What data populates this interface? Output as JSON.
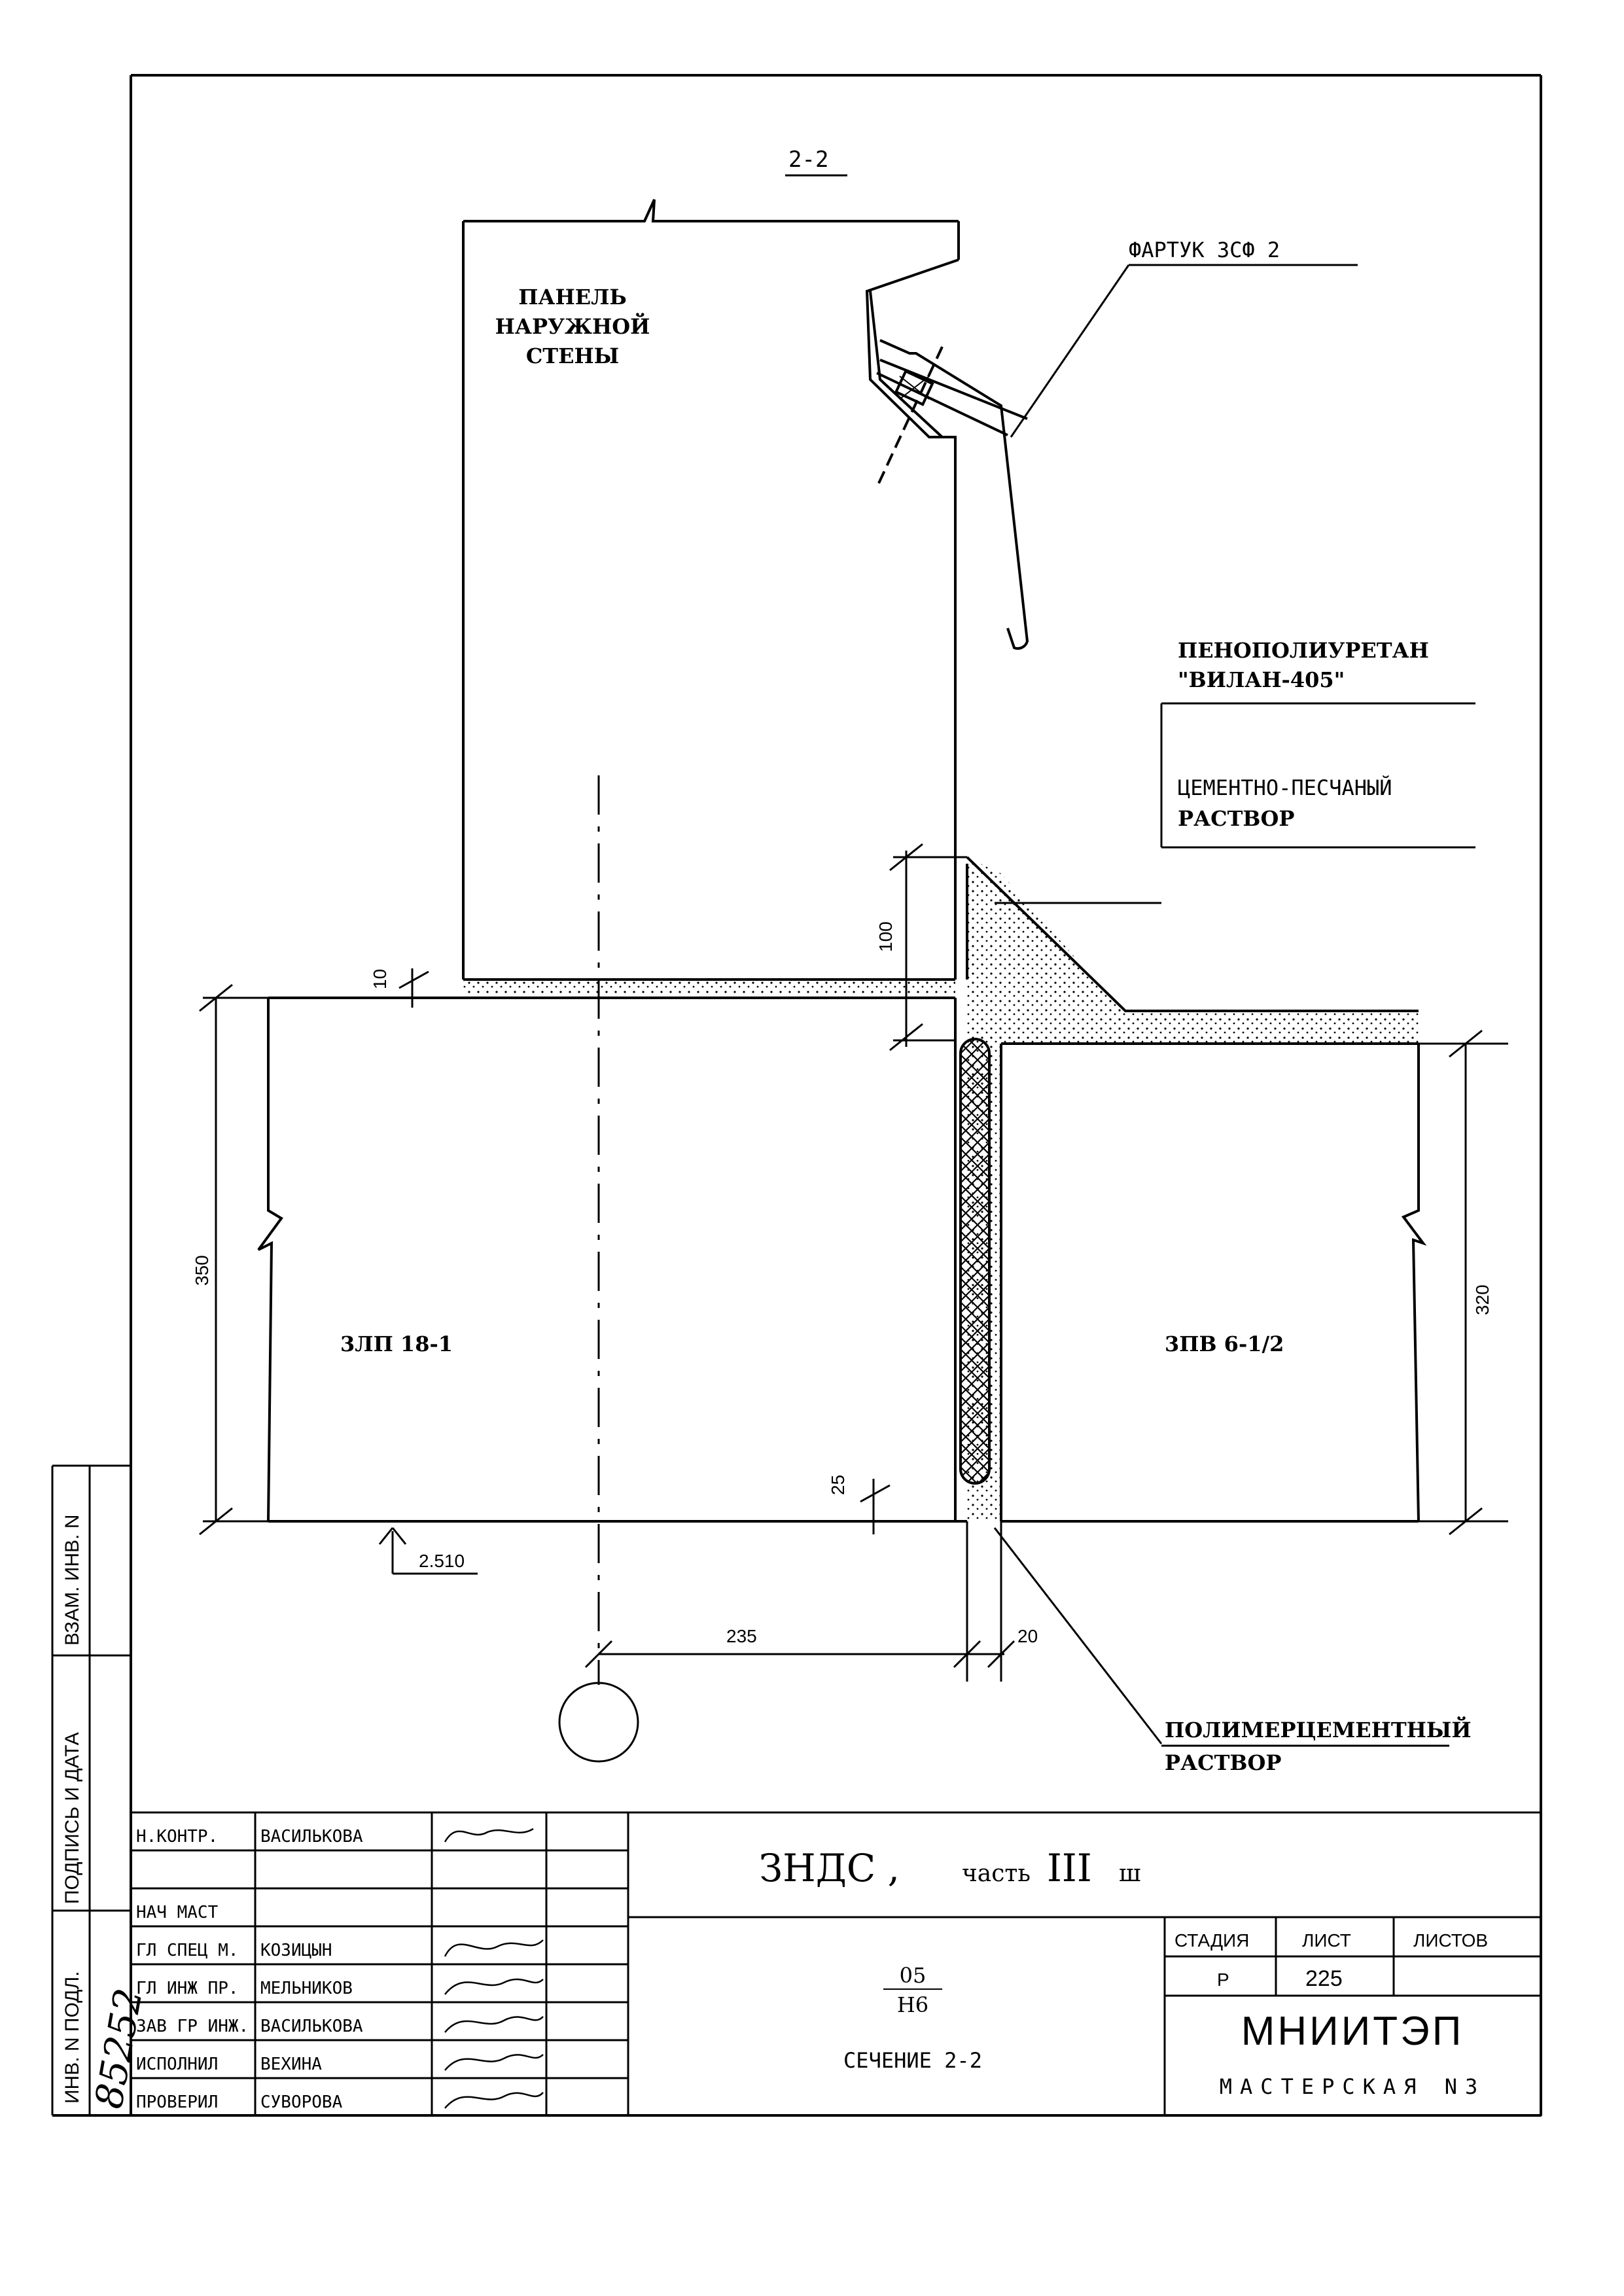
{
  "drawing": {
    "section_mark": "2-2",
    "labels": {
      "panel": [
        "ПАНЕЛЬ",
        "НАРУЖНОЙ",
        "СТЕНЫ"
      ],
      "apron": "ФАРТУК ЗСФ 2",
      "foam": [
        "ПЕНОПОЛИУРЕТАН",
        "\"ВИЛАН-405\""
      ],
      "cement": [
        "ЦЕМЕНТНО-ПЕСЧАНЫЙ",
        "РАСТВОР"
      ],
      "polymer": [
        "ПОЛИМЕРЦЕМЕНТНЫЙ",
        "РАСТВОР"
      ],
      "slab_left": "3ЛП 18-1",
      "slab_right": "3ПВ 6-1/2"
    },
    "dimensions": {
      "d10": "10",
      "d100": "100",
      "d350": "350",
      "d320": "320",
      "d25": "25",
      "d235": "235",
      "d20": "20",
      "level": "2.510"
    }
  },
  "stamp": {
    "title": "ЗНДС ,",
    "title_part": "часть",
    "title_roman": "III",
    "title_suffix": "ш",
    "code_top": "05",
    "code_bottom": "Н6",
    "sheet_name": "СЕЧЕНИЕ 2-2",
    "stage_header": "СТАДИЯ",
    "sheet_header": "ЛИСТ",
    "sheets_header": "ЛИСТОВ",
    "stage": "Р",
    "sheet_no": "225",
    "org": "МНИИТЭП",
    "workshop": "МАСТЕРСКАЯ  N3",
    "rows": [
      {
        "role": "Н.КОНТР.",
        "name": "ВАСИЛЬКОВА"
      },
      {
        "role": "",
        "name": ""
      },
      {
        "role": "НАЧ МАСТ",
        "name": ""
      },
      {
        "role": "ГЛ СПЕЦ М.",
        "name": "КОЗИЦЫН"
      },
      {
        "role": "ГЛ ИНЖ ПР.",
        "name": "МЕЛЬНИКОВ"
      },
      {
        "role": "ЗАВ ГР ИНЖ.",
        "name": "ВАСИЛЬКОВА"
      },
      {
        "role": "ИСПОЛНИЛ",
        "name": "ВЕХИНА"
      },
      {
        "role": "ПРОВЕРИЛ",
        "name": "СУВОРОВА"
      }
    ]
  },
  "side": {
    "inv_sub": "ВЗАМ. ИНВ. N",
    "sign_date": "ПОДПИСЬ И ДАТА",
    "inv_orig": "ИНВ. N ПОДЛ.",
    "inv_number": "85252"
  },
  "colors": {
    "ink": "#000000",
    "paper": "#ffffff"
  }
}
